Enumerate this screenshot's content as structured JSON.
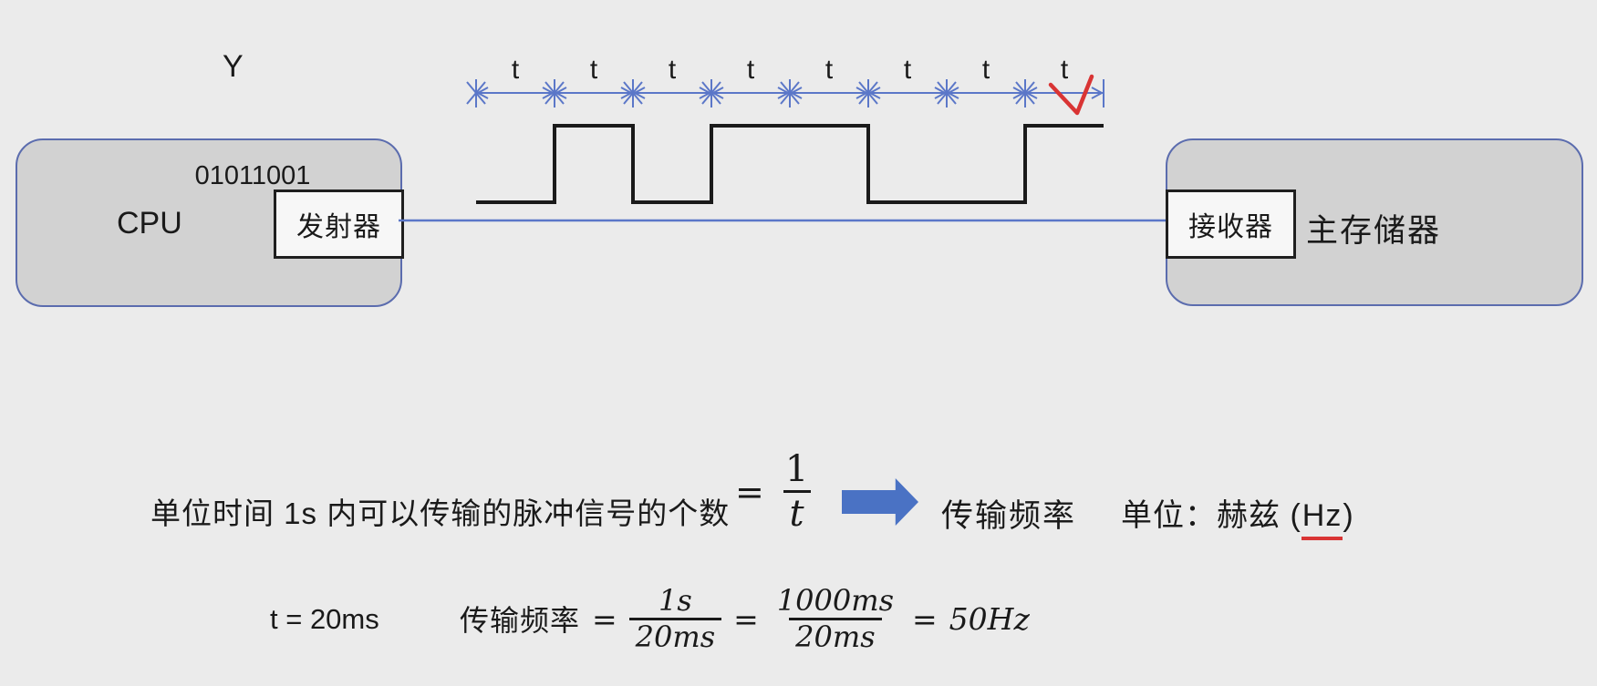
{
  "slide": {
    "y_label": "Y",
    "cpu": {
      "binary": "01011001",
      "name": "CPU",
      "transmitter": "发射器"
    },
    "memory": {
      "receiver": "接收器",
      "name": "主存储器"
    },
    "timing": {
      "unit_label": "t",
      "interval_count": 8,
      "bits": "01011001"
    }
  },
  "definition": {
    "sentence": "单位时间 1s 内可以传输的脉冲信号的个数",
    "equals": "=",
    "fraction_numerator": "1",
    "fraction_denominator": "t",
    "result_label": "传输频率",
    "unit_prefix": "单位：赫兹 (",
    "unit_symbol": "Hz",
    "unit_suffix": ")"
  },
  "example": {
    "t_value": "t = 20ms",
    "freq_label": "传输频率",
    "eq": "=",
    "frac1_num": "1s",
    "frac1_den": "20ms",
    "frac2_num": "1000ms",
    "frac2_den": "20ms",
    "result": "50Hz"
  },
  "colors": {
    "background": "#ebebeb",
    "node_fill": "#d2d2d2",
    "node_border": "#5b6cae",
    "inner_box_fill": "#f7f7f7",
    "signal_black": "#1a1a1a",
    "dimension_blue": "#5b77c8",
    "arrow_blue": "#4a72c4",
    "annotation_red": "#d93434"
  }
}
